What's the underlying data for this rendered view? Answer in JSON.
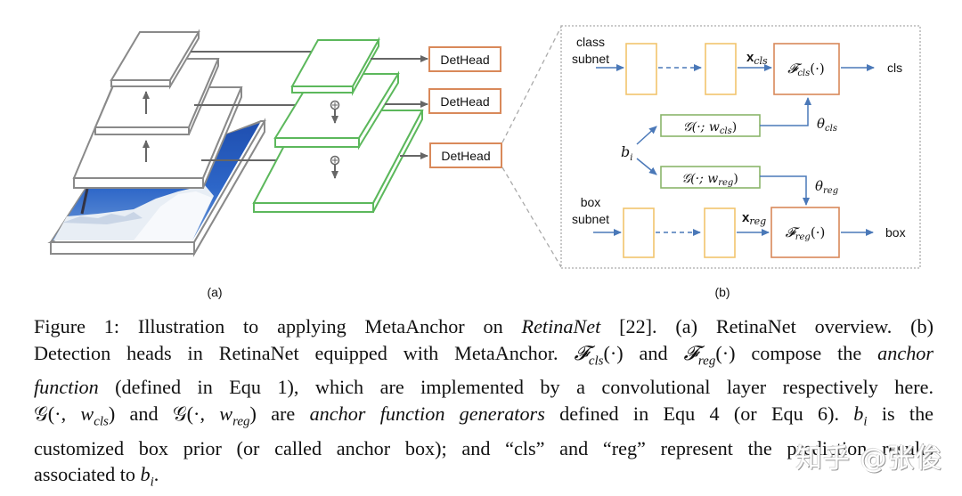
{
  "panel_a": {
    "label": "(a)",
    "det_heads": [
      "DetHead",
      "DetHead",
      "DetHead"
    ],
    "colors": {
      "backbone": "#8a8a8a",
      "fpn": "#5cb85c",
      "dethead": "#d9895a",
      "arrow": "#666666"
    }
  },
  "panel_b": {
    "label": "(b)",
    "class_subnet": {
      "label_line1": "class",
      "label_line2": "subnet",
      "x_label": "x",
      "x_sub": "cls",
      "f_label": "𝓕",
      "f_sub": "cls",
      "f_arg": "(·)",
      "output": "cls"
    },
    "box_subnet": {
      "label_line1": "box",
      "label_line2": "subnet",
      "x_label": "x",
      "x_sub": "reg",
      "f_label": "𝓕",
      "f_sub": "reg",
      "f_arg": "(·)",
      "output": "box"
    },
    "generators": [
      {
        "prefix": "𝒢(·; w",
        "sub": "cls",
        "suffix": ")",
        "theta": "θ",
        "theta_sub": "cls"
      },
      {
        "prefix": "𝒢(·; w",
        "sub": "reg",
        "suffix": ")",
        "theta": "θ",
        "theta_sub": "reg"
      }
    ],
    "prior": {
      "b": "b",
      "sub": "i"
    },
    "colors": {
      "conv_box": "#f2c46d",
      "anchor_fn_box": "#d9895a",
      "generator_box": "#8ab56a",
      "arrow": "#4a78b8"
    }
  },
  "caption": {
    "lines": [
      [
        "Figure 1: Illustration to applying MetaAnchor on ",
        {
          "i": "RetinaNet"
        },
        " [22].  (a) RetinaNet overview.  (b)"
      ],
      [
        "Detection heads in RetinaNet equipped with MetaAnchor. ",
        {
          "i": "𝓕"
        },
        {
          "sub": "cls"
        },
        "(·) and ",
        {
          "i": "𝓕"
        },
        {
          "sub": "reg"
        },
        "(·) compose the ",
        {
          "i": "anchor"
        }
      ],
      [
        {
          "i": "function"
        },
        " (defined in Equ 1), which are implemented by a convolutional layer respectively here."
      ],
      [
        "𝒢(·, ",
        {
          "i": "w"
        },
        {
          "sub": "cls"
        },
        ") and 𝒢(·, ",
        {
          "i": "w"
        },
        {
          "sub": "reg"
        },
        ") are ",
        {
          "i": "anchor function generators"
        },
        " defined in Equ 4 (or Equ 6).  ",
        {
          "i": "b"
        },
        {
          "sub": "i"
        },
        " is the"
      ],
      [
        "customized box prior (or called anchor box); and “cls” and “reg” represent the prediction results"
      ],
      [
        "associated to ",
        {
          "i": "b"
        },
        {
          "sub": "i"
        },
        "."
      ]
    ]
  },
  "watermark": "知乎 @张俊"
}
